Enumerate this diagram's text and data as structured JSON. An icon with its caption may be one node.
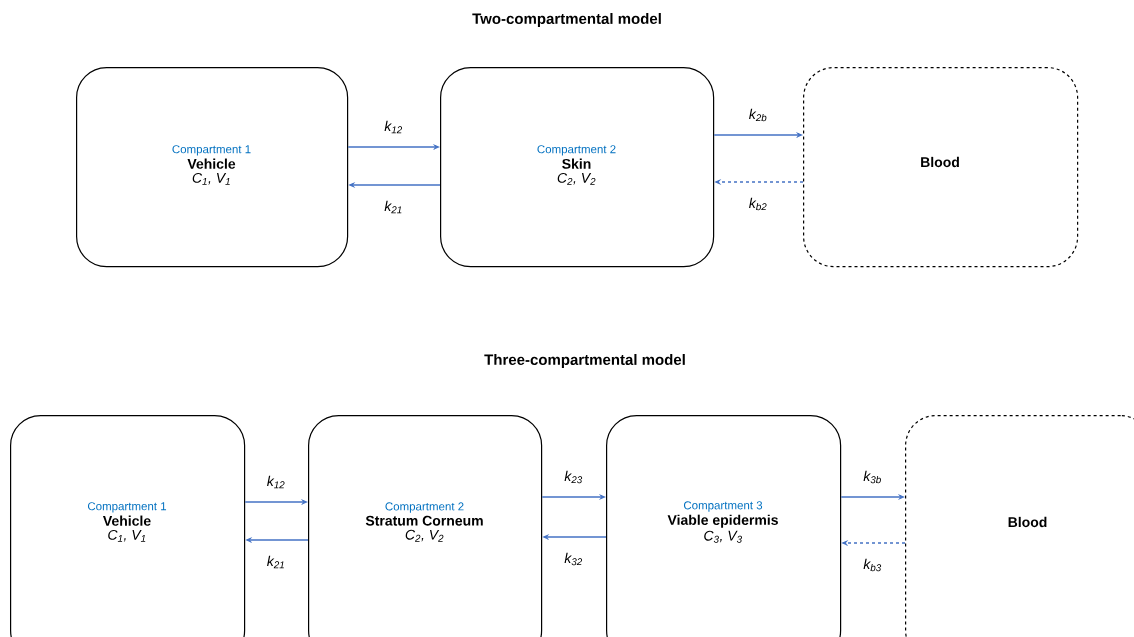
{
  "diagram": {
    "title": "Two-compartmental model",
    "nodes": [
      {
        "text": [
          "Compartment 1",
          "Vehicle",
          "C$_{1}$, V$_{1}$"
        ]
      },
      {
        "text": [
          "Compartment 2",
          "Skin",
          "C$_{2}$, V$_{2}$"
        ]
      },
      {
        "text": [
          "Blood"
        ]
      },
      {
        "text": [
          "Compartment 1",
          "Vehicle",
          "C$_{1}$, V$_{1}$"
        ]
      },
      {
        "text": [
          "Compartment 2",
          "Stratum Corneum",
          "C$_{2}$, V$_{2}$"
        ]
      },
      {
        "text": [
          "Compartment 3",
          "Viable epidermis",
          "C$_{3}$, V$_{3}$"
        ]
      },
      {
        "text": [
          "Blood"
        ]
      }
    ],
    "edges": [
      {
        "from": 0,
        "to": 1,
        "arrow": "to",
        "label": "k$_{12}$"
      },
      {
        "from": 1,
        "to": 0,
        "arrow": "to",
        "label": "k$_{21}$"
      },
      {
        "from": 1,
        "to": 2,
        "arrow": "to",
        "label": "k$_{2b}$"
      },
      {
        "from": 2,
        "to": 1,
        "arrow": "to",
        "label": "k$_{b2}$",
        "style": "dashed"
      },
      {
        "from": 3,
        "to": 4,
        "arrow": "to",
        "label": "k$_{12}$"
      },
      {
        "from": 4,
        "to": 3,
        "arrow": "to",
        "label": "k$_{21}$"
      },
      {
        "from": 4,
        "to": 5,
        "arrow": "to",
        "label": "k$_{23}$"
      },
      {
        "from": 5,
        "to": 4,
        "arrow": "to",
        "label": "k$_{32}$"
      },
      {
        "from": 5,
        "to": 6,
        "arrow": "to",
        "label": "k$_{3b}$"
      },
      {
        "from": 6,
        "to": 5,
        "arrow": "to",
        "label": "k$_{b3}$",
        "style": "dashed"
      }
    ],
    "labels": [
      "Three-compartmental model"
    ]
  }
}
